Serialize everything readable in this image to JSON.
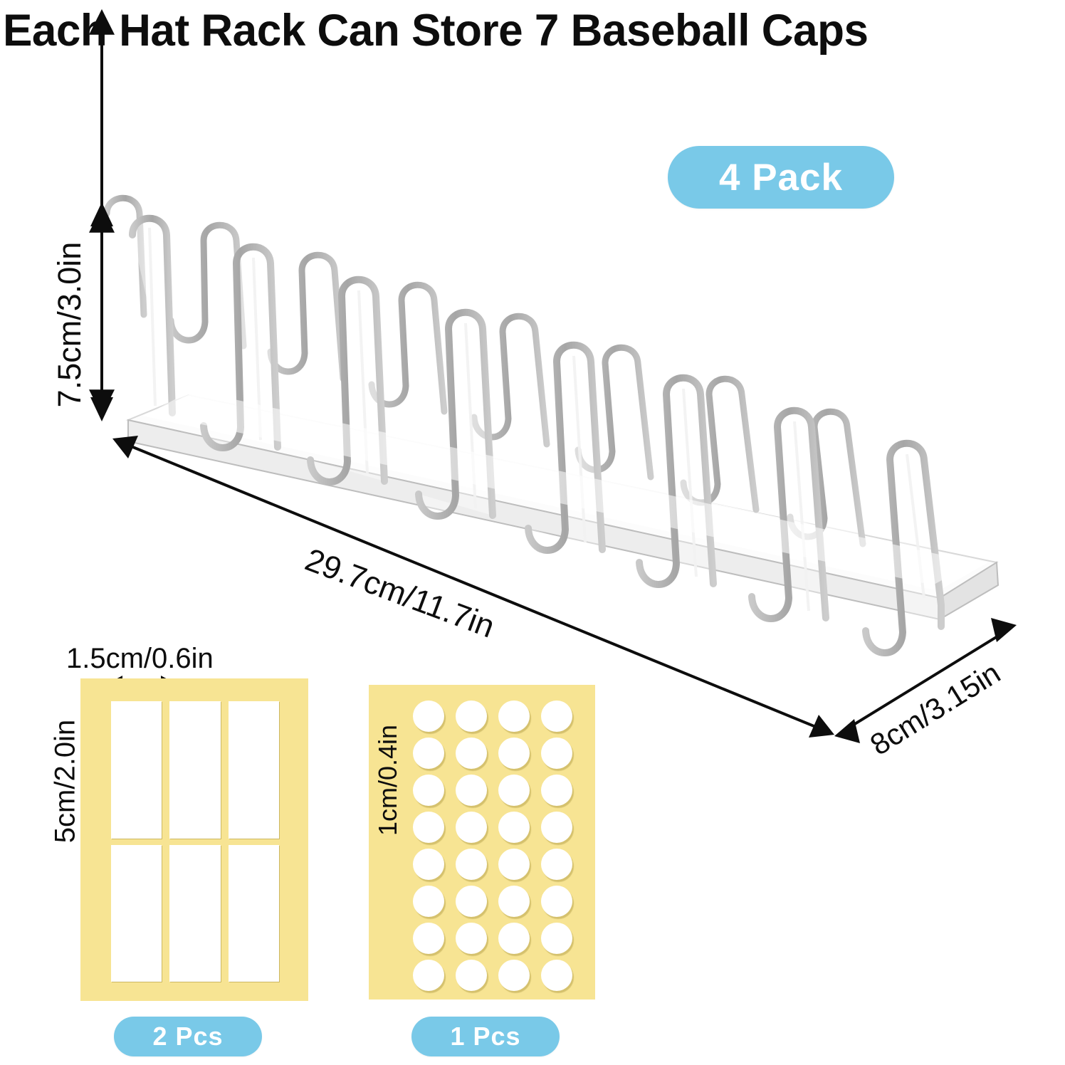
{
  "title": "Each Hat Rack Can Store 7 Baseball Caps",
  "colors": {
    "badge_blue": "#79c9e8",
    "sheet_yellow": "#f7e493",
    "text_black": "#0d0d0d",
    "acrylic_edge": "#8f8f8f"
  },
  "badges": {
    "pack": "4 Pack",
    "strips_count": "2 Pcs",
    "dots_count": "1 Pcs"
  },
  "product": {
    "name": "acrylic-hat-rack",
    "slot_count": 7,
    "divider_count": 8,
    "dimensions": {
      "height": "7.5cm/3.0in",
      "length": "29.7cm/11.7in",
      "depth": "8cm/3.15in"
    }
  },
  "accessories": {
    "adhesive_strips": {
      "label": "adhesive-strip-sheet",
      "width": "1.5cm/0.6in",
      "height": "5cm/2.0in",
      "columns": 3,
      "rows": 2,
      "total": 6
    },
    "adhesive_dots": {
      "label": "adhesive-dot-sheet",
      "diameter": "1cm/0.4in",
      "columns": 4,
      "rows": 8,
      "total": 32
    }
  }
}
